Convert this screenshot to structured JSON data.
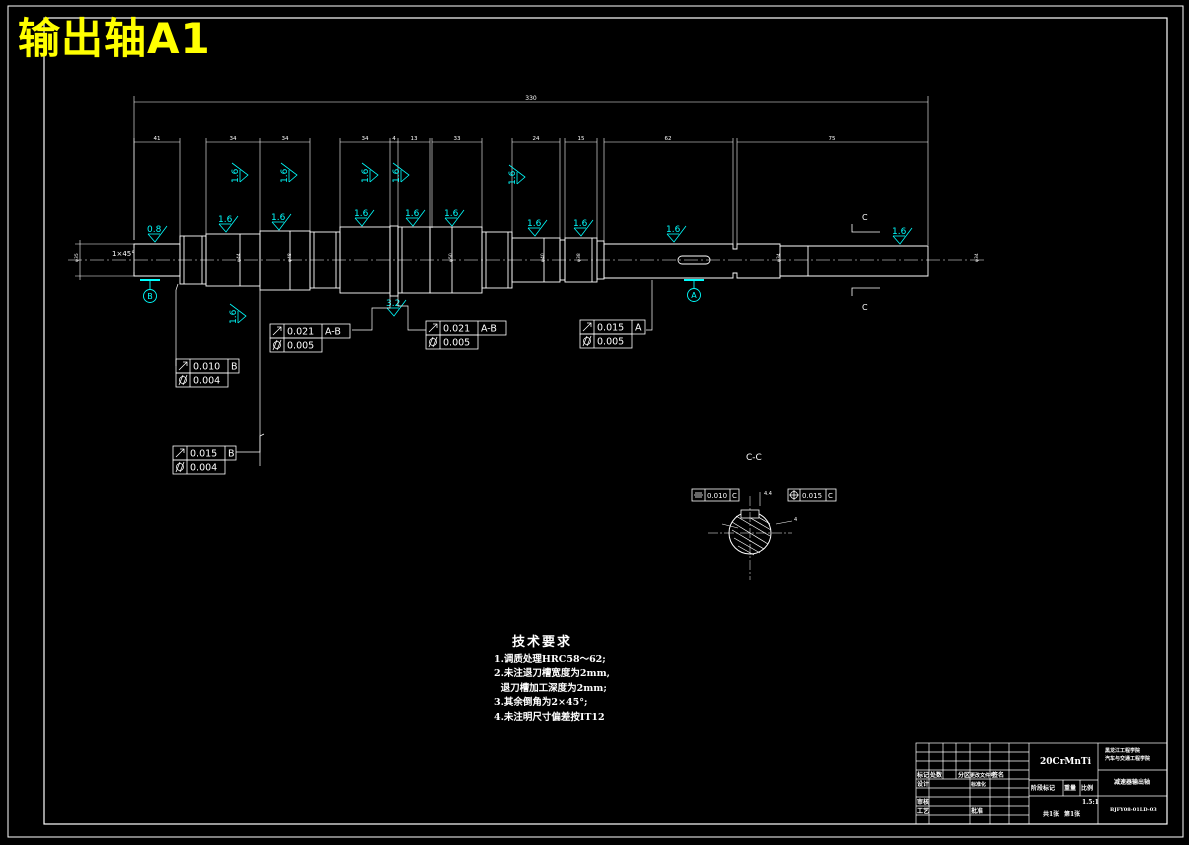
{
  "title": "输出轴A1",
  "overall_length": "330",
  "segment_lengths": [
    "41",
    "34",
    "34",
    "34",
    "4",
    "13",
    "33",
    "24",
    "15",
    "62",
    "75"
  ],
  "chamfer_note": "1×45°",
  "roughness": {
    "r08": "0.8",
    "r16": "1.6",
    "r32": "3.2"
  },
  "datums": {
    "a": "A",
    "b": "B",
    "c": "C"
  },
  "section_view": {
    "title": "C-C",
    "symmetry_tol": "0.010",
    "parallel_tol": "0.015",
    "datum": "C",
    "dim_top": "4.4",
    "dim_right": "4"
  },
  "gdt": {
    "fcf1": {
      "runout": "0.021",
      "cyl": "0.005",
      "datum": "A-B"
    },
    "fcf2": {
      "runout": "0.021",
      "cyl": "0.005",
      "datum": "A-B"
    },
    "fcf3": {
      "runout": "0.015",
      "cyl": "0.005",
      "datum": "A"
    },
    "fcf4": {
      "runout": "0.010",
      "cyl": "0.004",
      "datum": "B"
    },
    "fcf5": {
      "runout": "0.015",
      "cyl": "0.004",
      "datum": "B"
    }
  },
  "tech_req": {
    "heading": "技术要求",
    "items": [
      "1.调质处理HRC58～62;",
      "2.未注退刀槽宽度为2mm,",
      "  退刀槽加工深度为2mm;",
      "3.其余倒角为2×45°;",
      "4.未注明尺寸偏差按IT12"
    ]
  },
  "title_block": {
    "material": "20CrMnTi",
    "school": "黑龙江工程学院",
    "school_sub": "汽车与交通工程学院",
    "drawing_name": "减速器输出轴",
    "drawing_no": "BJFY08-01LD-03",
    "scale": "1.5:1",
    "rows": {
      "r1": [
        "标记",
        "处数",
        "分区",
        "更改文件号",
        "签名"
      ],
      "r2": [
        "设计",
        "",
        "标准化"
      ],
      "r3": [
        "审核",
        "",
        ""
      ],
      "r4": [
        "工艺",
        "",
        "批准"
      ]
    },
    "stage_labels": [
      "阶段标记",
      "重量",
      "比例"
    ],
    "sheet": [
      "共1张",
      "第1张"
    ]
  },
  "colors": {
    "line": "#ffffff",
    "annotation": "#00ffff",
    "title": "#ffff00"
  }
}
